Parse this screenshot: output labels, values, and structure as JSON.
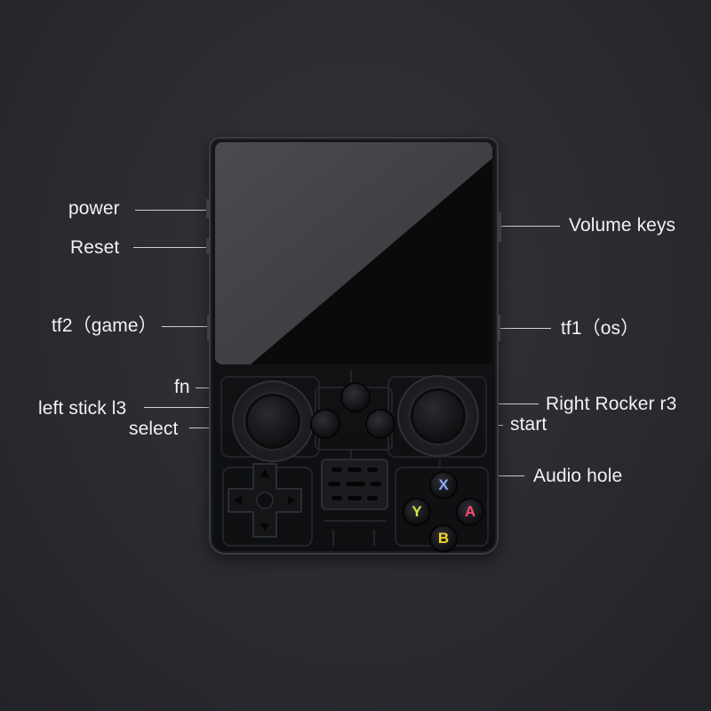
{
  "labels": {
    "power": "power",
    "reset": "Reset",
    "tf2": "tf2（game）",
    "fn": "fn",
    "left_stick": "left stick l3",
    "select": "select",
    "volume_keys": "Volume keys",
    "tf1": "tf1（os）",
    "right_rocker": "Right Rocker r3",
    "start": "start",
    "audio_hole": "Audio hole"
  },
  "face_buttons": {
    "x": {
      "letter": "X",
      "color": "#8ea9ff"
    },
    "y": {
      "letter": "Y",
      "color": "#d8e245"
    },
    "a": {
      "letter": "A",
      "color": "#ff4a6a"
    },
    "b": {
      "letter": "B",
      "color": "#f2d22a"
    }
  },
  "colors": {
    "background": "#2a2b30",
    "label_text": "#f2f2f2",
    "device_shell": "#121315"
  }
}
